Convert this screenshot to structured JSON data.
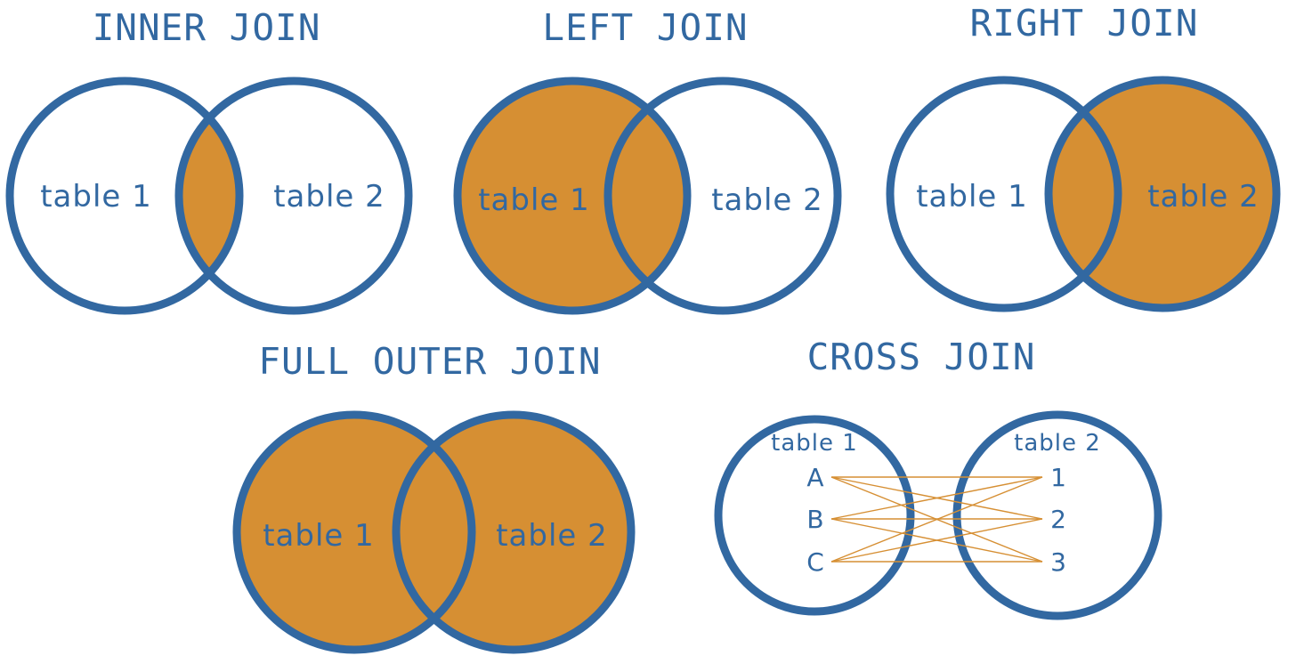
{
  "colors": {
    "stroke": "#3268A1",
    "fill": "#D68F33",
    "text": "#3268A1",
    "background": "#FFFFFF"
  },
  "inner_join": {
    "title": "INNER JOIN",
    "left_label": "table 1",
    "right_label": "table 2",
    "shaded": "intersection"
  },
  "left_join": {
    "title": "LEFT JOIN",
    "left_label": "table 1",
    "right_label": "table 2",
    "shaded": "left"
  },
  "right_join": {
    "title": "RIGHT JOIN",
    "left_label": "table 1",
    "right_label": "table 2",
    "shaded": "right"
  },
  "full_outer_join": {
    "title": "FULL OUTER JOIN",
    "left_label": "table 1",
    "right_label": "table 2",
    "shaded": "both"
  },
  "cross_join": {
    "title": "CROSS JOIN",
    "left_label": "table 1",
    "right_label": "table 2",
    "left_items": [
      "A",
      "B",
      "C"
    ],
    "right_items": [
      "1",
      "2",
      "3"
    ]
  }
}
